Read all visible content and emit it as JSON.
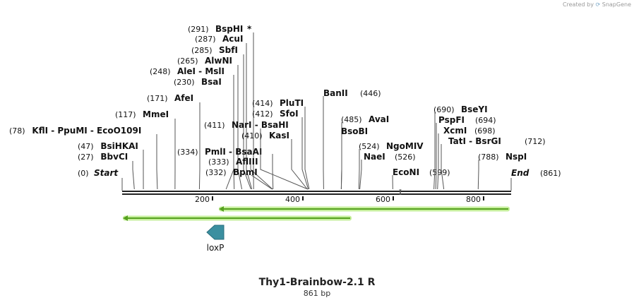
{
  "credit": {
    "prefix": "Created by",
    "brand": "SnapGene"
  },
  "title": "Thy1-Brainbow-2.1 R",
  "subtitle": "861 bp",
  "sequence_length": 861,
  "start_label": "Start",
  "end_label": "End",
  "start_pos": "(0)",
  "end_pos": "(861)",
  "ruler_ticks": [
    "200",
    "400",
    "600",
    "800"
  ],
  "features": [
    {
      "name": "loxP",
      "color": "#3b8fa0"
    }
  ],
  "primer_color": "#56a11f",
  "primer_glow": "#c6ef9c",
  "sites": [
    {
      "pos": "(27)",
      "name": "BbvCI"
    },
    {
      "pos": "(47)",
      "name": "BsiHKAI"
    },
    {
      "pos": "(78)",
      "name": "KflI - PpuMI - EcoO109I"
    },
    {
      "pos": "(117)",
      "name": "MmeI"
    },
    {
      "pos": "(171)",
      "name": "AfeI"
    },
    {
      "pos": "(230)",
      "name": "BsaI"
    },
    {
      "pos": "(248)",
      "name": "AleI - MslI"
    },
    {
      "pos": "(265)",
      "name": "AlwNI"
    },
    {
      "pos": "(285)",
      "name": "SbfI"
    },
    {
      "pos": "(287)",
      "name": "AcuI"
    },
    {
      "pos": "(291)",
      "name": "BspHI",
      "mark": "*"
    },
    {
      "pos": "(334)",
      "name": "PmlI - BsaAI"
    },
    {
      "pos": "(333)",
      "name": "AflIII"
    },
    {
      "pos": "(332)",
      "name": "BpmI"
    },
    {
      "pos": "(411)",
      "name": "NarI - BsaHI"
    },
    {
      "pos": "(410)",
      "name": "KasI"
    },
    {
      "pos": "(412)",
      "name": "SfoI"
    },
    {
      "pos": "(414)",
      "name": "PluTI"
    },
    {
      "pos": "(446)",
      "name": "BanII"
    },
    {
      "pos": "(485)",
      "name": "AvaI"
    },
    {
      "pos": "",
      "name": "BsoBI"
    },
    {
      "pos": "(524)",
      "name": "NgoMIV"
    },
    {
      "pos": "(526)",
      "name": "NaeI"
    },
    {
      "pos": "(599)",
      "name": "EcoNI"
    },
    {
      "pos": "(690)",
      "name": "BseYI"
    },
    {
      "pos": "(694)",
      "name": "PspFI"
    },
    {
      "pos": "(698)",
      "name": "XcmI"
    },
    {
      "pos": "(712)",
      "name": "TatI - BsrGI"
    },
    {
      "pos": "(788)",
      "name": "NspI"
    }
  ]
}
